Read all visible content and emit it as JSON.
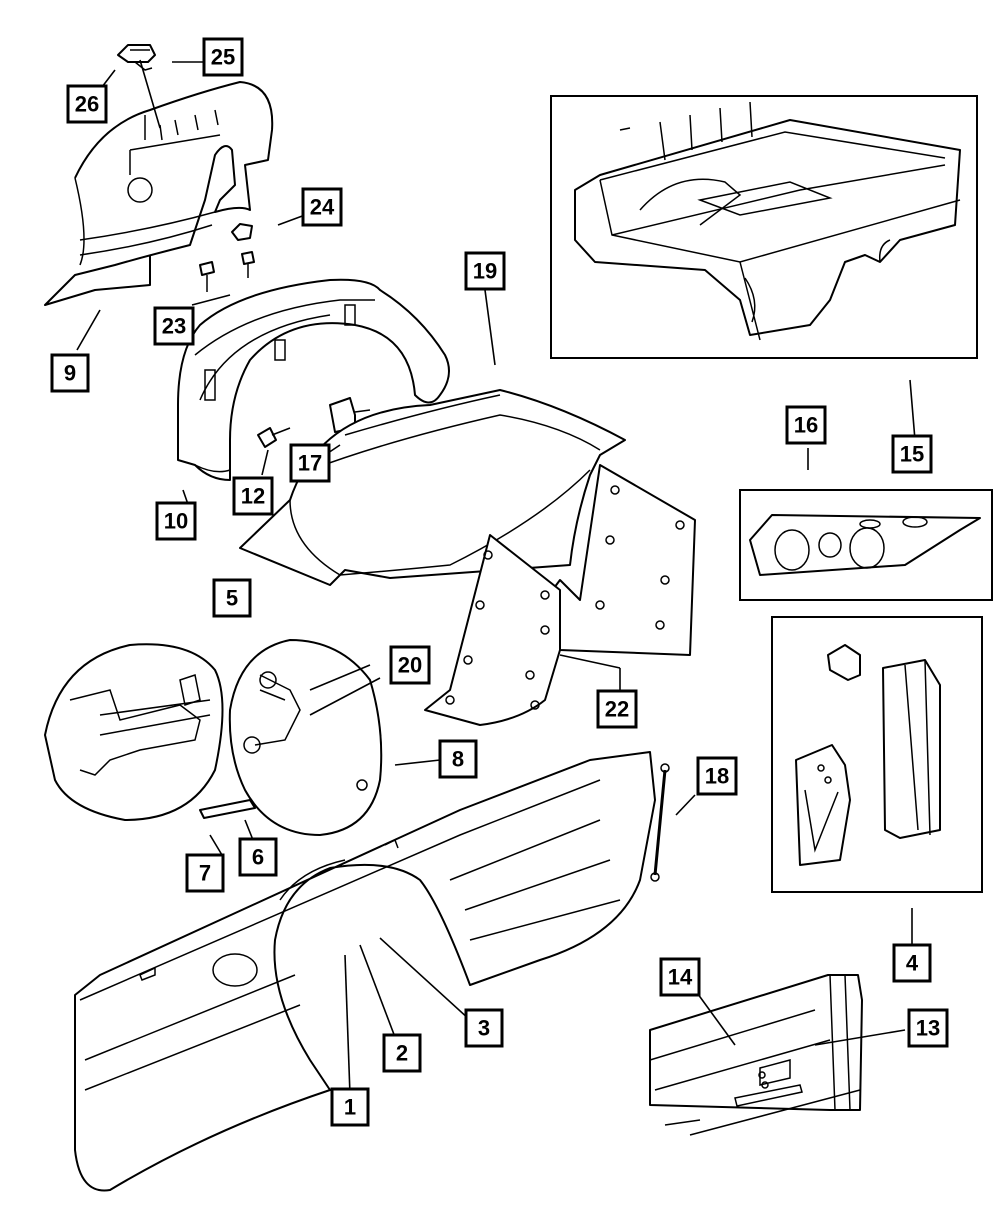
{
  "callouts": [
    {
      "id": "1",
      "label": "1"
    },
    {
      "id": "2",
      "label": "2"
    },
    {
      "id": "3",
      "label": "3"
    },
    {
      "id": "4",
      "label": "4"
    },
    {
      "id": "5",
      "label": "5"
    },
    {
      "id": "6",
      "label": "6"
    },
    {
      "id": "7",
      "label": "7"
    },
    {
      "id": "8",
      "label": "8"
    },
    {
      "id": "9",
      "label": "9"
    },
    {
      "id": "10",
      "label": "10"
    },
    {
      "id": "12",
      "label": "12"
    },
    {
      "id": "13",
      "label": "13"
    },
    {
      "id": "14",
      "label": "14"
    },
    {
      "id": "15",
      "label": "15"
    },
    {
      "id": "16",
      "label": "16"
    },
    {
      "id": "17",
      "label": "17"
    },
    {
      "id": "18",
      "label": "18"
    },
    {
      "id": "19",
      "label": "19"
    },
    {
      "id": "20",
      "label": "20"
    },
    {
      "id": "22",
      "label": "22"
    },
    {
      "id": "23",
      "label": "23"
    },
    {
      "id": "24",
      "label": "24"
    },
    {
      "id": "25",
      "label": "25"
    },
    {
      "id": "26",
      "label": "26"
    }
  ]
}
